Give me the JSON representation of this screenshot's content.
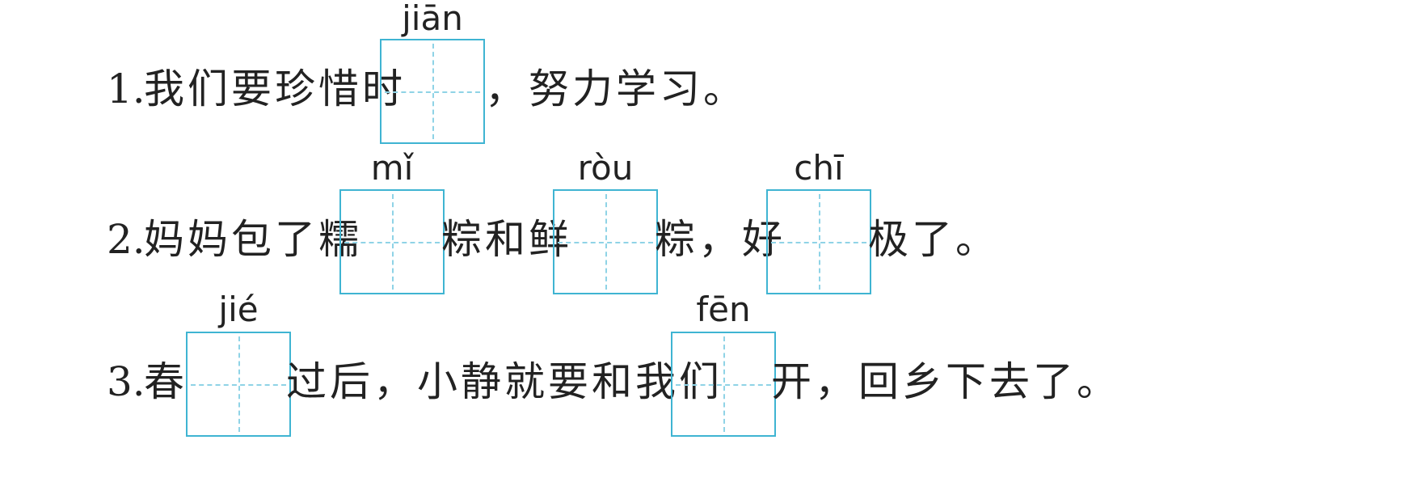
{
  "q1": {
    "number": "1.",
    "before": "我们要珍惜时",
    "blank_pinyin": "jiān",
    "after": "，努力学习。"
  },
  "q2": {
    "number": "2.",
    "before": "妈妈包了糯",
    "blank1_pinyin": "mǐ",
    "middle1": "粽和鲜",
    "blank2_pinyin": "ròu",
    "middle2": "粽，好",
    "blank3_pinyin": "chī",
    "after": "极了。"
  },
  "q3": {
    "number": "3.",
    "before": "春",
    "blank1_pinyin": "jié",
    "middle": "过后，小静就要和我们",
    "blank2_pinyin": "fēn",
    "after": "开，回乡下去了。"
  }
}
